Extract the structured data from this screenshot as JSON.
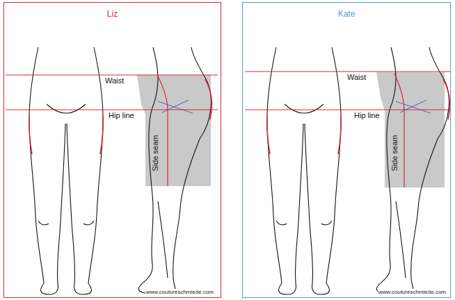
{
  "diagram": {
    "nodes": [
      {
        "text": [
          "Liz"
        ]
      },
      {
        "text": [
          "Kate"
        ]
      }
    ],
    "labels": [
      "Waist",
      "Hip line",
      "Side seam",
      "www.coutureschmiede.com",
      "Waist",
      "Hip line",
      "Side seam",
      "www.coutureschmiede.com"
    ]
  }
}
